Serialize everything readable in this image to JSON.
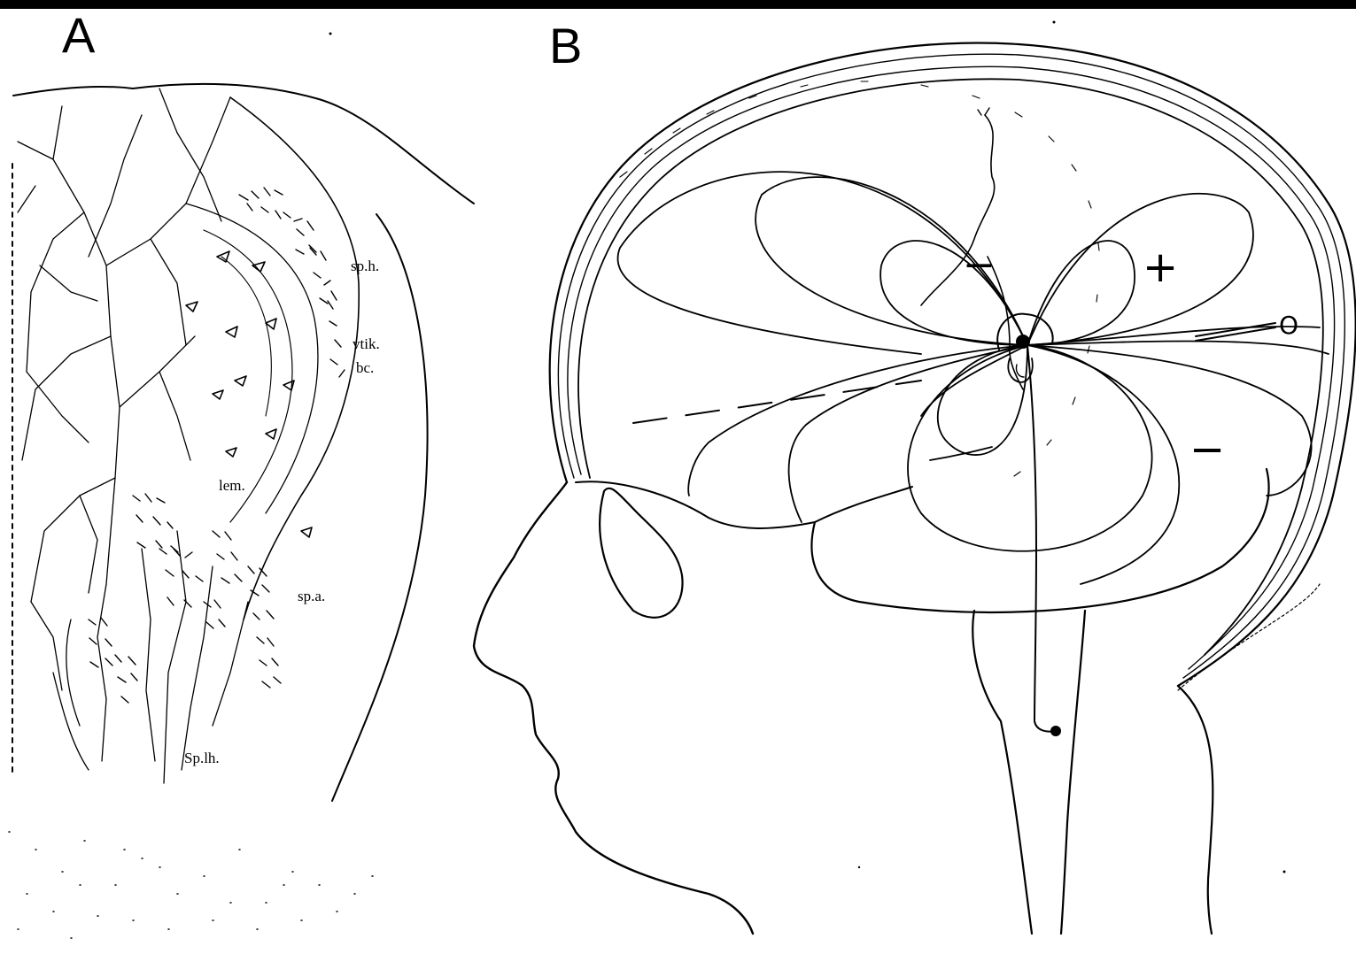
{
  "panels": {
    "a": {
      "label": "A",
      "annotations": [
        "sp.h.",
        "vtik.",
        "bc.",
        "lem.",
        "sp.a.",
        "Sp.lh."
      ]
    },
    "b": {
      "label": "B",
      "signs": {
        "minus_top": "−",
        "plus": "+",
        "zero": "O",
        "minus_right": "−"
      }
    }
  }
}
